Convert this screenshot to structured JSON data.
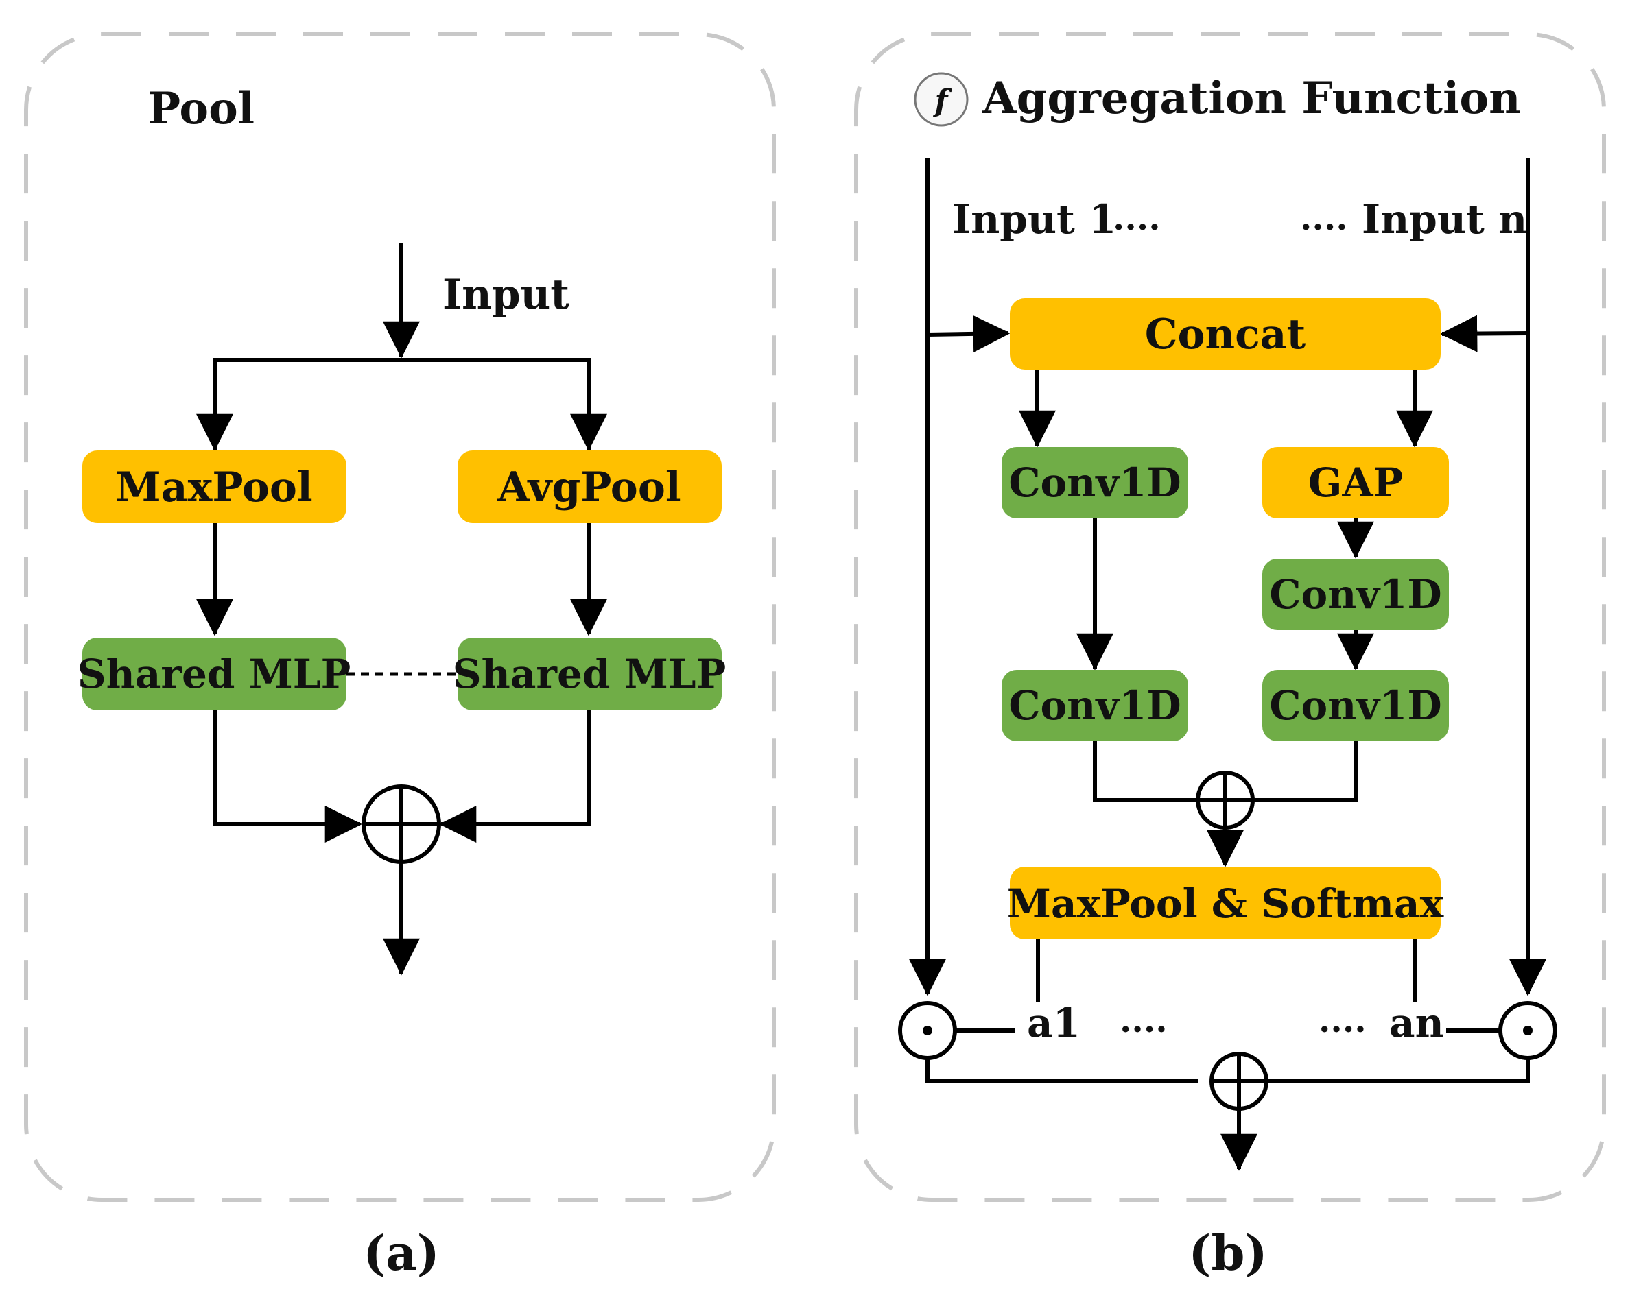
{
  "panel_a": {
    "title": "Pool",
    "input_label": "Input",
    "maxpool_label": "MaxPool",
    "avgpool_label": "AvgPool",
    "mlp_left_label": "Shared MLP",
    "mlp_right_label": "Shared MLP",
    "caption": "(a)"
  },
  "panel_b": {
    "badge": "f",
    "title": "Aggregation Function",
    "input1_label": "Input 1",
    "input1_dots": "....",
    "inputn_dots": "....",
    "inputn_label": "Input n",
    "concat_label": "Concat",
    "conv_left_top_label": "Conv1D",
    "gap_label": "GAP",
    "conv_right_mid_label": "Conv1D",
    "conv_left_bottom_label": "Conv1D",
    "conv_right_bottom_label": "Conv1D",
    "maxsoft_label": "MaxPool & Softmax",
    "a1_label": "a1",
    "a1_dots": "....",
    "an_dots": "....",
    "an_label": "an",
    "caption": "(b)"
  },
  "colors": {
    "yellow": "#FFC000",
    "green": "#70AD47",
    "frame": "#C8C8C8"
  }
}
